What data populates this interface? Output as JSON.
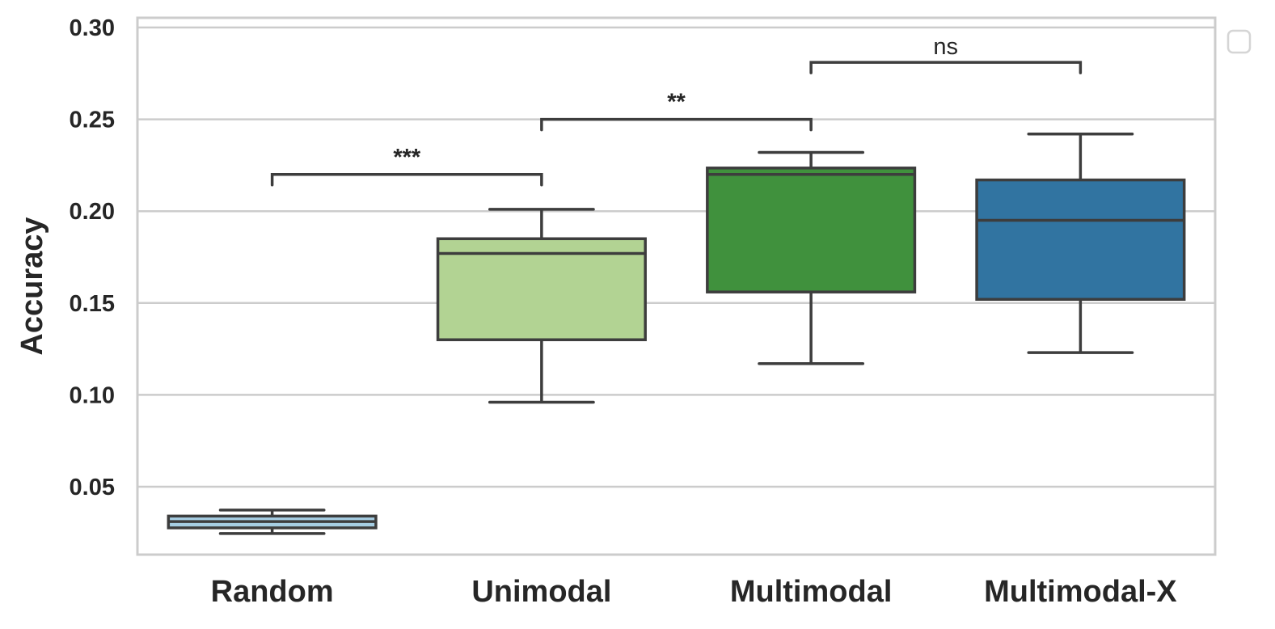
{
  "chart_data": {
    "type": "box",
    "title": "",
    "xlabel": "",
    "ylabel": "Accuracy",
    "ylim": [
      0.015,
      0.305
    ],
    "yticks": [
      0.05,
      0.1,
      0.15,
      0.2,
      0.25,
      0.3
    ],
    "ytick_labels": [
      "0.05",
      "0.10",
      "0.15",
      "0.20",
      "0.25",
      "0.30"
    ],
    "grid": true,
    "legend": {
      "position": "upper right outside",
      "entries": []
    },
    "categories": [
      "Random",
      "Unimodal",
      "Multimodal",
      "Multimodal-X"
    ],
    "boxes": [
      {
        "name": "Random",
        "whisker_low": 0.0245,
        "q1": 0.0276,
        "median": 0.031,
        "q3": 0.034,
        "whisker_high": 0.0373,
        "color": "#a6cee3"
      },
      {
        "name": "Unimodal",
        "whisker_low": 0.096,
        "q1": 0.13,
        "median": 0.177,
        "q3": 0.185,
        "whisker_high": 0.201,
        "color": "#b2d393"
      },
      {
        "name": "Multimodal",
        "whisker_low": 0.117,
        "q1": 0.156,
        "median": 0.22,
        "q3": 0.2235,
        "whisker_high": 0.232,
        "color": "#40913d"
      },
      {
        "name": "Multimodal-X",
        "whisker_low": 0.123,
        "q1": 0.152,
        "median": 0.195,
        "q3": 0.217,
        "whisker_high": 0.242,
        "color": "#3174a1"
      }
    ],
    "annotations": [
      {
        "from": "Random",
        "to": "Unimodal",
        "label": "***",
        "y": 0.22
      },
      {
        "from": "Unimodal",
        "to": "Multimodal",
        "label": "**",
        "y": 0.25
      },
      {
        "from": "Multimodal",
        "to": "Multimodal-X",
        "label": "ns",
        "y": 0.281
      }
    ]
  },
  "colors": {
    "grid": "#cccccc",
    "frame": "#cccccc",
    "box_edge": "#3d3d3d",
    "text": "#262626"
  }
}
